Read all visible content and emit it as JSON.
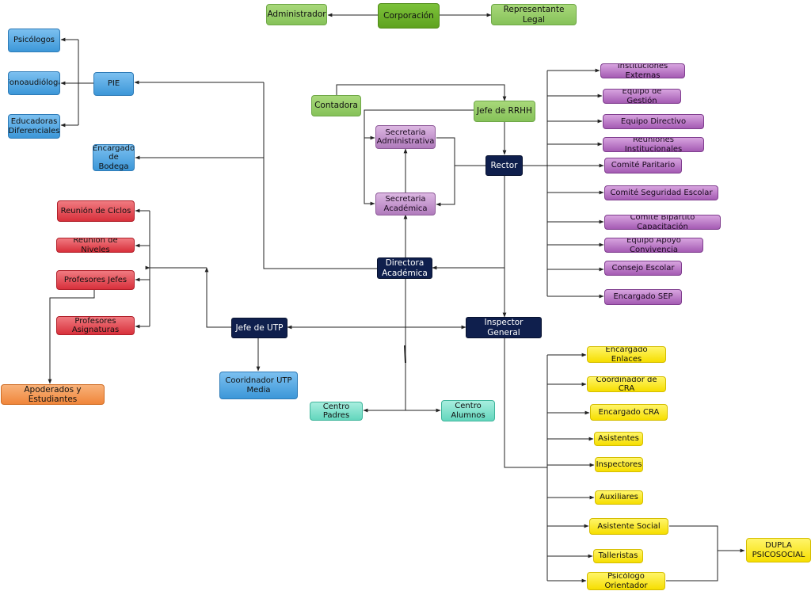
{
  "nodes": {
    "corporacion": "Corporación",
    "administrador": "Administrador",
    "representante_legal": "Representante Legal",
    "psicologos": "Psicólogos",
    "fonoaudiologa": "Fonoaudióloga",
    "educadoras_diferenciales": "Educadoras\nDiferenciales",
    "pie": "PIE",
    "encargado_bodega": "Encargado\nde Bodega",
    "contadora": "Contadora",
    "jefe_rrhh": "Jefe de RRHH",
    "secretaria_administrativa": "Secretaria\nAdministrativa",
    "secretaria_academica": "Secretaria\nAcadémica",
    "rector": "Rector",
    "instituciones_externas": "Instituciones Externas",
    "equipo_gestion": "Equipo de Gestión",
    "equipo_directivo": "Equipo Directivo",
    "reuniones_institucionales": "Reuniones Institucionales",
    "comite_paritario": "Comité Paritario",
    "comite_seguridad": "Comité Seguridad Escolar",
    "comite_bipartito": "Comité Bipartito Capacitación",
    "equipo_apoyo": "Equipo Apoyo Convivencia",
    "consejo_escolar": "Consejo Escolar",
    "encargado_sep": "Encargado SEP",
    "reunion_ciclos": "Reunión de Ciclos",
    "reunion_niveles": "Reunión de Niveles",
    "profesores_jefes": "Profesores Jefes",
    "profesores_asignaturas": "Profesores\nAsignaturas",
    "directora_academica": "Directora\nAcadémica",
    "jefe_utp": "Jefe de UTP",
    "inspector_general": "Inspector General",
    "coordinador_utp": "Cooridnador UTP\nMedia",
    "apoderados": "Apoderados y Estudiantes",
    "centro_padres": "Centro Padres",
    "centro_alumnos": "Centro\nAlumnos",
    "encargado_enlaces": "Encargado Enlaces",
    "coordinador_cra": "Coordinador de CRA",
    "encargado_cra": "Encargado CRA",
    "asistentes": "Asistentes",
    "inspectores": "Inspectores",
    "auxiliares": "Auxiliares",
    "asistente_social": "Asistente Social",
    "talleristas": "Talleristas",
    "psicologo_orientador": "Psicólogo\nOrientador",
    "dupla_psicosocial": "DUPLA\nPSICOSOCIAL"
  },
  "colors": {
    "green": "#86c259",
    "blue": "#3c97d8",
    "purple": "#a45bb3",
    "navy": "#0f1f4d",
    "red": "#d8303b",
    "yellow": "#f6de00",
    "teal": "#63d6bd",
    "orange": "#f0863b",
    "connector": "#222222"
  }
}
